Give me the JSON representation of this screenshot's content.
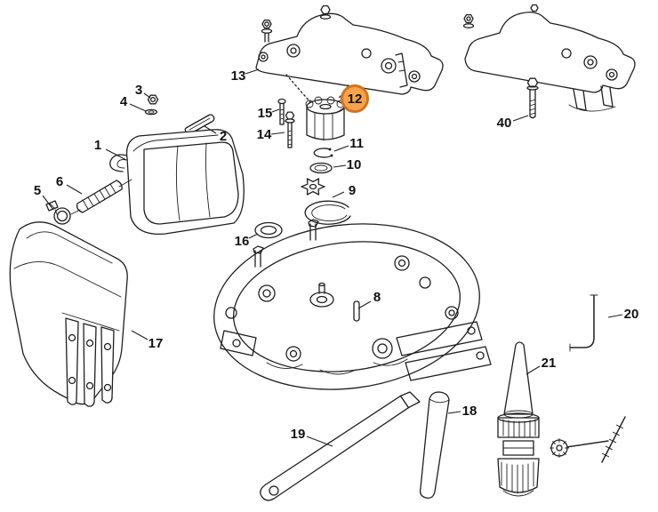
{
  "app": {
    "type": "exploded-parts-diagram",
    "background": "#ffffff"
  },
  "diagram": {
    "stroke_color": "#1f1f1f",
    "highlight": {
      "part": "12",
      "ring_color": "#D4731E",
      "fill_color": "#F6A44C"
    },
    "callouts": {
      "p1": {
        "label": "1"
      },
      "p2": {
        "label": "2"
      },
      "p3": {
        "label": "3"
      },
      "p4": {
        "label": "4"
      },
      "p5": {
        "label": "5"
      },
      "p6": {
        "label": "6"
      },
      "p8": {
        "label": "8"
      },
      "p9": {
        "label": "9"
      },
      "p10": {
        "label": "10"
      },
      "p11": {
        "label": "11"
      },
      "p12": {
        "label": "12"
      },
      "p13": {
        "label": "13"
      },
      "p14": {
        "label": "14"
      },
      "p15": {
        "label": "15"
      },
      "p16": {
        "label": "16"
      },
      "p17": {
        "label": "17"
      },
      "p18": {
        "label": "18"
      },
      "p19": {
        "label": "19"
      },
      "p20": {
        "label": "20"
      },
      "p21": {
        "label": "21"
      },
      "p40": {
        "label": "40"
      }
    }
  }
}
